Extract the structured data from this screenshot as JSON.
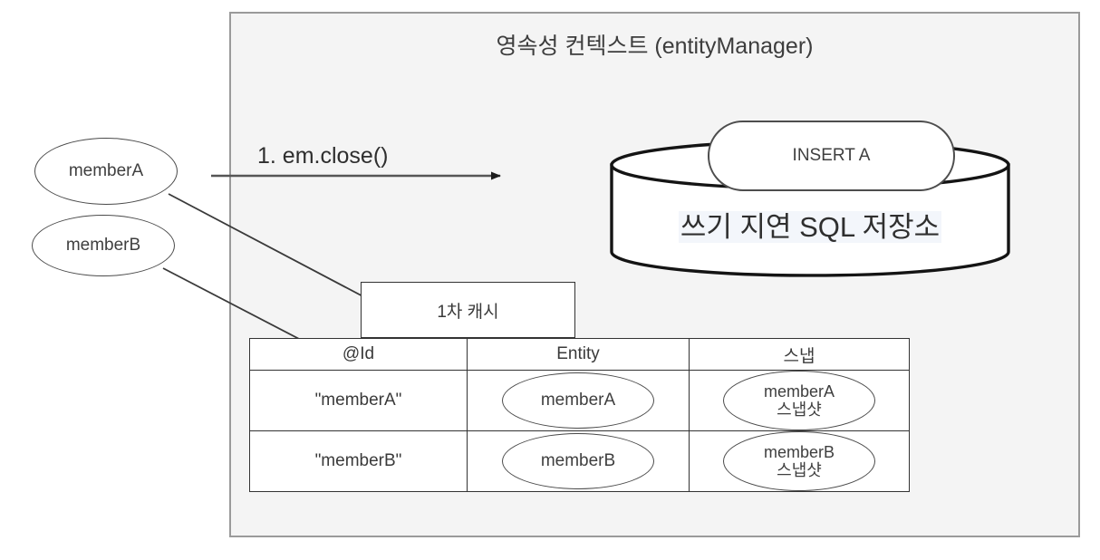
{
  "diagram": {
    "title": "영속성 컨텍스트 (entityManager)",
    "outer_container_name": "persistence-context"
  },
  "detached_entities": [
    {
      "label": "memberA"
    },
    {
      "label": "memberB"
    }
  ],
  "flow": {
    "step_label": "1. em.close()",
    "arrow_direction": "right"
  },
  "write_behind_store": {
    "label": "쓰기 지연 SQL 저장소",
    "queued_statement": "INSERT A"
  },
  "first_level_cache": {
    "header": "1차 캐시",
    "columns": [
      "@Id",
      "Entity",
      "스냅"
    ],
    "rows": [
      {
        "id": "\"memberA\"",
        "entity": "memberA",
        "snapshot": "memberA\n스냅샷",
        "snapshot_line1": "memberA",
        "snapshot_line2": "스냅샷"
      },
      {
        "id": "\"memberB\"",
        "entity": "memberB",
        "snapshot": "memberB\n스냅샷",
        "snapshot_line1": "memberB",
        "snapshot_line2": "스냅샷"
      }
    ]
  },
  "colors": {
    "container_fill": "#f4f4f4",
    "container_border": "#9a9a9a",
    "stroke": "#333333",
    "text": "#3a3a3a",
    "highlight": "#f3f6fb",
    "canvas": "#ffffff"
  }
}
